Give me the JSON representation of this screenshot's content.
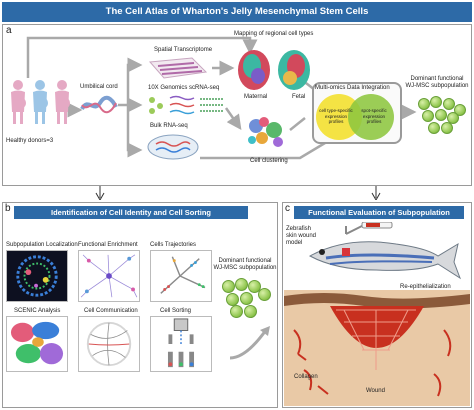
{
  "title": "The Cell Atlas of Wharton's Jelly Mesenchymal Stem Cells",
  "panel_a": {
    "letter": "a",
    "donors": "Healthy donors=3",
    "umbilical_cord": "Umbilical cord",
    "spatial": "Spatial Transcriptome",
    "scrna": "10X Genomics scRNA-seq",
    "bulk": "Bulk RNA-seq",
    "mapping": "Mapping of regional cell types",
    "maternal": "Maternal",
    "fetal": "Fetal",
    "integration": "Multi-omics Data Integration",
    "cell_type_profiles": "cell type-specific expression profiles",
    "spot_profiles": "spot-specific expression profiles",
    "clustering": "Cell clustering",
    "dominant_1": "Dominant functional",
    "dominant_2": "WJ-MSC subpopulation"
  },
  "panel_b": {
    "letter": "b",
    "title": "Identification of Cell Identity and Cell Sorting",
    "subpop": "Subpopulation Localization",
    "functional": "Functional Enrichment",
    "trajectories": "Cells Trajectories",
    "scenic": "SCENIC Analysis",
    "communication": "Cell Communication",
    "sorting": "Cell Sorting",
    "dominant_1": "Dominant functional",
    "dominant_2": "WJ-MSC subpopulation"
  },
  "panel_c": {
    "letter": "c",
    "title": "Functional Evaluation of Subpopulation",
    "zebrafish_1": "Zebrafish",
    "zebrafish_2": "skin wound",
    "zebrafish_3": "model",
    "reepi": "Re-epithelialization",
    "collagen": "Collagen",
    "wound": "Wound"
  },
  "colors": {
    "banner": "#2d6aa7",
    "yellow": "#f3e23a",
    "green": "#8dc63f",
    "wound_red": "#c8301f",
    "skin": "#e9c9a6"
  }
}
